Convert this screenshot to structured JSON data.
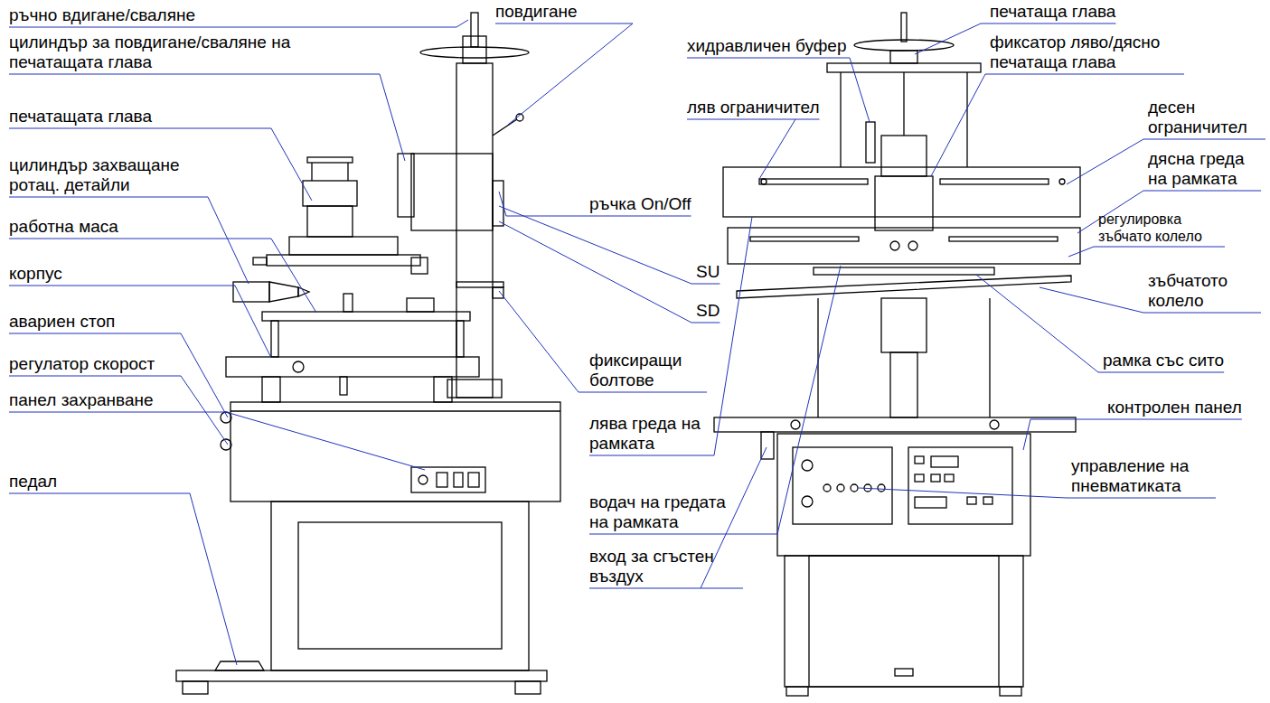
{
  "diagram": {
    "labels": [
      "ръчно вдигане/сваляне",
      "цилиндър за повдигане/сваляне на печатащата глава",
      "печатащата глава",
      "цилиндър захващане ротац. детайли",
      "работна маса",
      "корпус",
      "авариен стоп",
      "регулатор скорост",
      "панел захранване",
      "педал",
      "повдигане",
      "ръчка On/Off",
      "SU",
      "SD",
      "фиксиращи болтове",
      "лява греда на рамката",
      "водач на гредата на рамката",
      "вход за сгъстен въздух",
      "печатаща глава",
      "хидравличен буфер",
      "фиксатор ляво/дясно печатаща глава",
      "ляв ограничител",
      "десен ограничител",
      "дясна греда на рамката",
      "регулировка зъбчато колело",
      "зъбчатото колело",
      "рамка със сито",
      "контролен панел",
      "управление на пневматиката"
    ]
  }
}
